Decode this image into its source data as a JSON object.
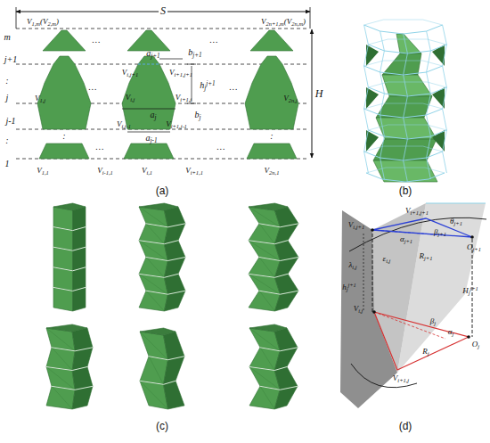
{
  "diagram": {
    "labels": [
      "S",
      "V1,m(V2,m)",
      "V2n+1,m(V2n,m)",
      "m",
      "j+1",
      ":",
      "j",
      "j-1",
      ":",
      "1",
      "H",
      "…",
      "…",
      "aj+1",
      "bj+1",
      "Vi,j+1",
      "Vi+1,j+1",
      "hjj+1",
      "…",
      "…",
      "V1,j",
      "Vi,j",
      "Vi+1,j",
      "V2n,j",
      "aj",
      "bj",
      "Vi,j-1",
      "Vi+1,j-1",
      "aj-1",
      ":",
      ":",
      "…",
      "…",
      "V1,1",
      "Vi-1,1",
      "Vi,1",
      "Vi+1,1",
      "V2n,1",
      "(a)",
      "(b)",
      "(c)",
      "(d)",
      "Vi+1,j+1",
      "Vi,j+1",
      "βj+1",
      "αj+1",
      "θj+1",
      "Oj+1",
      "Rj+1",
      "λi,j",
      "εi,j",
      "hjj+1",
      "Hjj+1",
      "Vi,j",
      "βj",
      "αj",
      "Oj",
      "Rj",
      "Vi+1,j"
    ]
  }
}
